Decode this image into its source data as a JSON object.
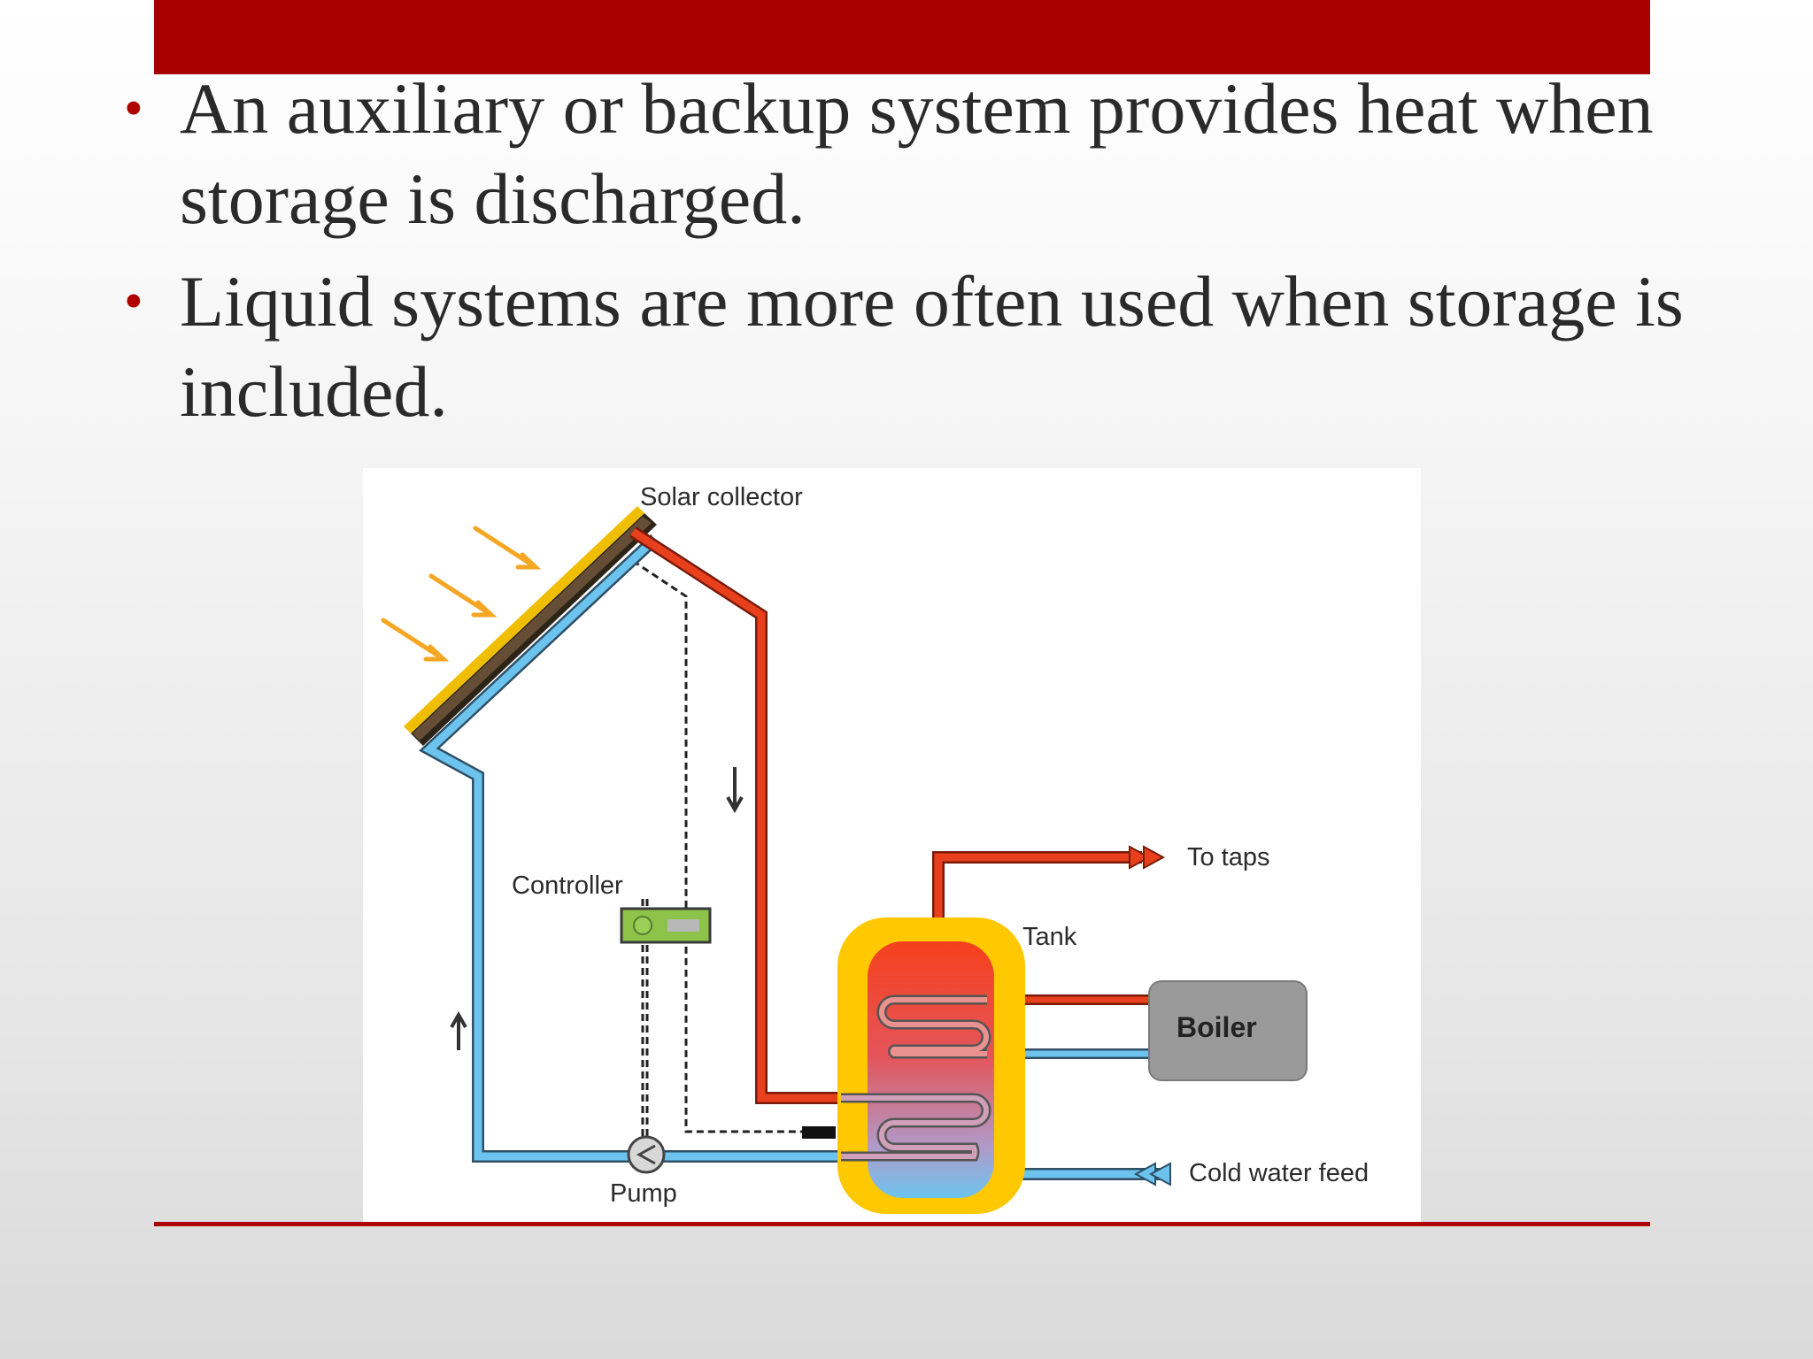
{
  "slide": {
    "accent_color": "#a80000",
    "bullets": [
      {
        "text": "An auxiliary or backup system provides heat when storage is discharged."
      },
      {
        "text": "Liquid systems are more often used when storage is included."
      }
    ]
  },
  "diagram": {
    "labels": {
      "solar_collector": "Solar collector",
      "controller": "Controller",
      "tank": "Tank",
      "to_taps": "To taps",
      "boiler": "Boiler",
      "cold_water_feed": "Cold water feed",
      "pump": "Pump"
    },
    "colors": {
      "hot_pipe": "#e8401c",
      "cold_pipe": "#6cc4ee",
      "tank_jacket": "#ffc800",
      "controller_box": "#8ec34a",
      "boiler_box": "#9a9a9a",
      "sun_rays": "#f5a623"
    }
  }
}
